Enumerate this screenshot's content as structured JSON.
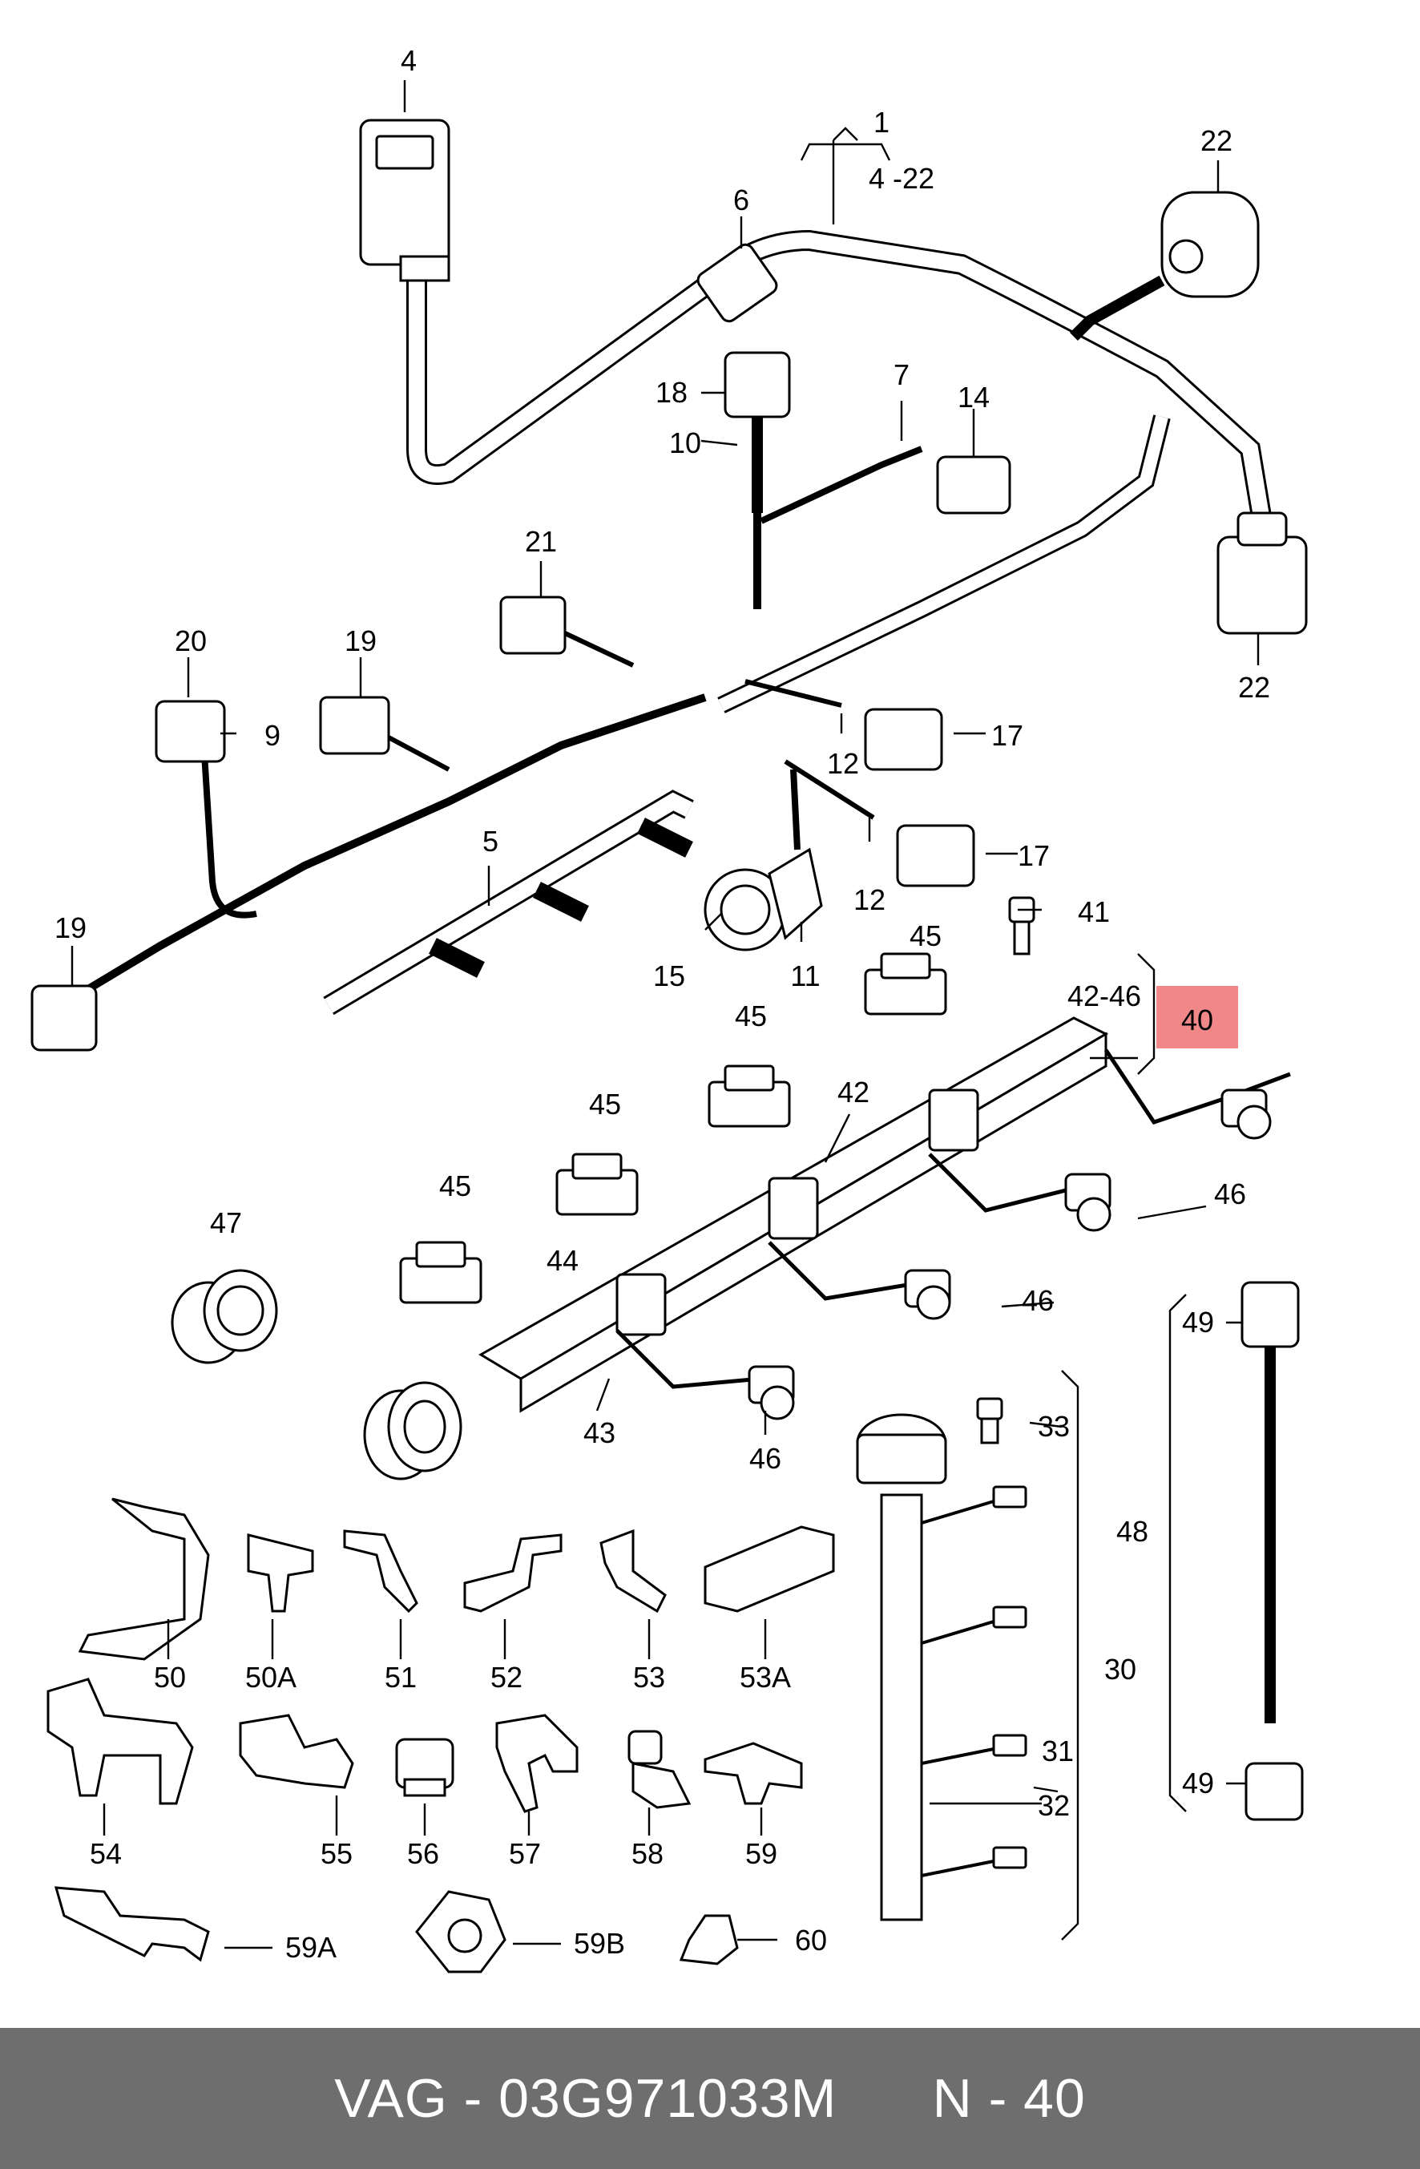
{
  "footer": {
    "part_ref": "VAG - 03G971033M",
    "position": "N - 40"
  },
  "highlight_color": "#f0888a",
  "labels": {
    "l1": "1",
    "l4_22": "4 -22",
    "l4": "4",
    "l6": "6",
    "l22a": "22",
    "l22b": "22",
    "l18": "18",
    "l10": "10",
    "l7": "7",
    "l14": "14",
    "l21": "21",
    "l20": "20",
    "l19a": "19",
    "l19b": "19",
    "l9": "9",
    "l12a": "12",
    "l12b": "12",
    "l17a": "17",
    "l17b": "17",
    "l5": "5",
    "l15": "15",
    "l11": "11",
    "l41": "41",
    "l42_46": "42-46",
    "l40": "40",
    "l45a": "45",
    "l45b": "45",
    "l45c": "45",
    "l45d": "45",
    "l42": "42",
    "l46a": "46",
    "l46b": "46",
    "l46c": "46",
    "l47": "47",
    "l44": "44",
    "l43": "43",
    "l49a": "49",
    "l49b": "49",
    "l48": "48",
    "l33": "33",
    "l30": "30",
    "l31": "31",
    "l32": "32",
    "l50": "50",
    "l50A": "50A",
    "l51": "51",
    "l52": "52",
    "l53": "53",
    "l53A": "53A",
    "l54": "54",
    "l55": "55",
    "l56": "56",
    "l57": "57",
    "l58": "58",
    "l59": "59",
    "l59A": "59A",
    "l59B": "59B",
    "l60": "60"
  }
}
